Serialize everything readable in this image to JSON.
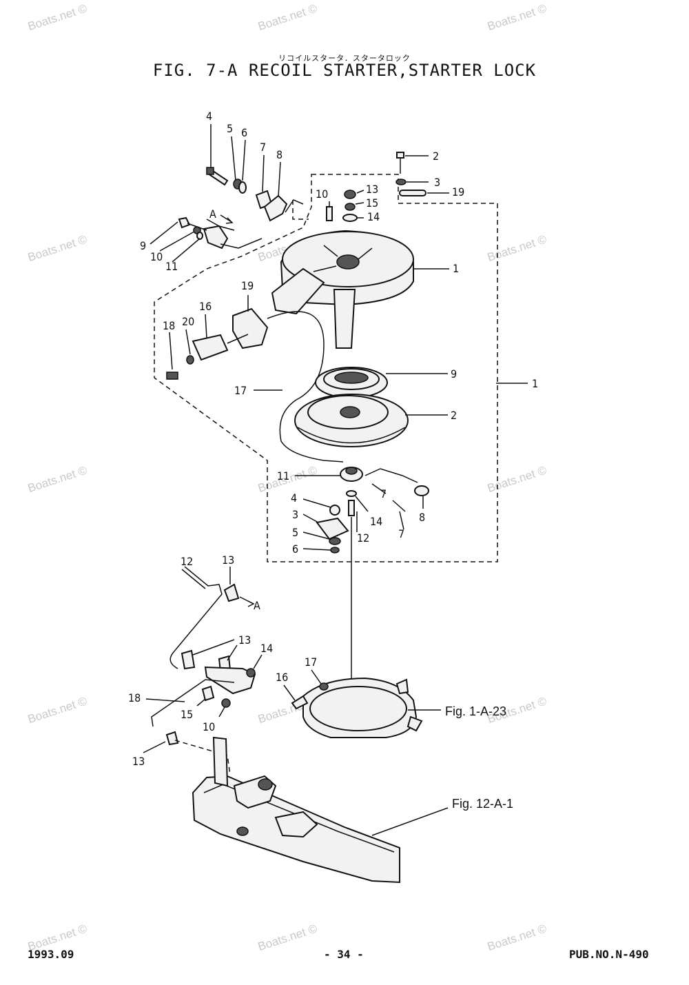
{
  "header": {
    "japanese_title": "リコイルスタータ．スタータロック",
    "figure_title": "FIG.  7-A RECOIL STARTER,STARTER LOCK"
  },
  "watermark": "Boats.net ©",
  "callouts_top_group": [
    "4",
    "5",
    "6",
    "7",
    "8",
    "9",
    "10",
    "11",
    "A"
  ],
  "callouts_starter_top": [
    "2",
    "3",
    "19",
    "10",
    "13",
    "15",
    "14",
    "1"
  ],
  "callouts_starter_side": [
    "19",
    "16",
    "20",
    "18",
    "17"
  ],
  "callouts_starter_inner": [
    "9",
    "2",
    "1",
    "11",
    "7",
    "8",
    "4",
    "3",
    "5",
    "6",
    "14",
    "12",
    "7"
  ],
  "callouts_lower_linkage": [
    "12",
    "13",
    "A",
    "13",
    "14",
    "17",
    "16",
    "18",
    "15",
    "10",
    "13"
  ],
  "references": {
    "bracket_ref": "Fig. 1-A-23",
    "cowl_ref": "Fig. 12-A-1"
  },
  "footer": {
    "date": "1993.09",
    "page": "- 34 -",
    "publication": "PUB.NO.N-490"
  }
}
